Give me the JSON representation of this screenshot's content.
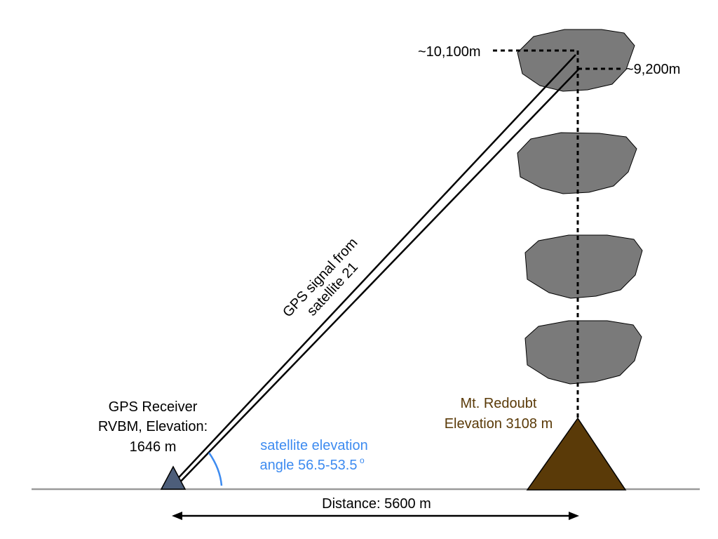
{
  "labels": {
    "cloud_top": "~10,100m",
    "cloud_base": "~9,200m",
    "signal_line1": "GPS signal from",
    "signal_line2": "satellite 21",
    "receiver_line1": "GPS Receiver",
    "receiver_line2": "RVBM, Elevation:",
    "receiver_line3": "1646 m",
    "angle_line1": "satellite elevation",
    "angle_line2": "angle 56.5-53.5",
    "angle_degree": "o",
    "volcano_line1": "Mt. Redoubt",
    "volcano_line2": "Elevation 3108 m",
    "distance": "Distance: 5600 m"
  },
  "colors": {
    "cloud": "#7a7a7a",
    "volcano": "#5a3a08",
    "volcano_text": "#5a3a08",
    "receiver": "#4d5e7a",
    "angle": "#3d8bf0",
    "ground": "#9a9a9a"
  }
}
